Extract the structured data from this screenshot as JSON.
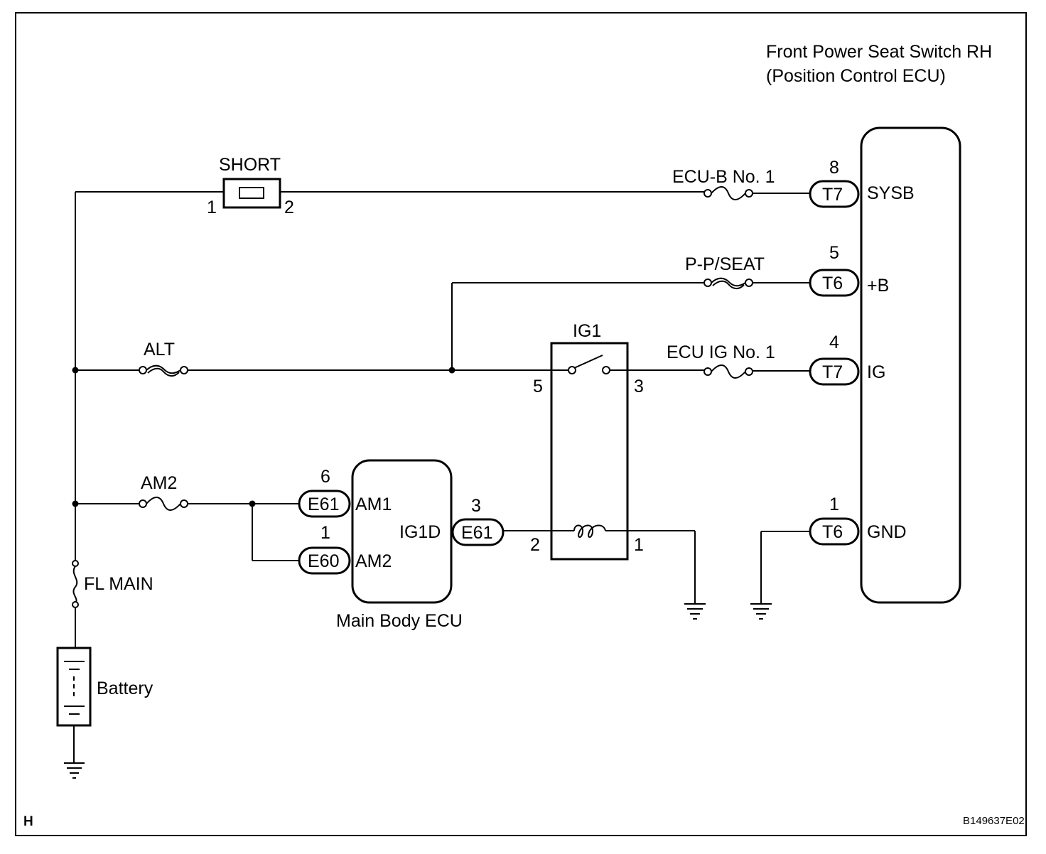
{
  "ecu_title": {
    "line1": "Front Power Seat Switch RH",
    "line2": "(Position Control ECU)"
  },
  "fuses": {
    "short": "SHORT",
    "ecu_b": "ECU-B No. 1",
    "ppseat": "P-P/SEAT",
    "alt": "ALT",
    "ecu_ig": "ECU IG No. 1",
    "am2": "AM2",
    "fl_main": "FL MAIN"
  },
  "short_pins": {
    "left": "1",
    "right": "2"
  },
  "relay": {
    "name": "IG1",
    "pin_5": "5",
    "pin_3": "3",
    "pin_2": "2",
    "pin_1": "1"
  },
  "connectors": {
    "sysb": {
      "id": "T7",
      "pin": "8",
      "terminal": "SYSB"
    },
    "plusb": {
      "id": "T6",
      "pin": "5",
      "terminal": "+B"
    },
    "ig": {
      "id": "T7",
      "pin": "4",
      "terminal": "IG"
    },
    "gnd": {
      "id": "T6",
      "pin": "1",
      "terminal": "GND"
    },
    "am1": {
      "id": "E61",
      "pin": "6",
      "terminal": "AM1"
    },
    "am2": {
      "id": "E60",
      "pin": "1",
      "terminal": "AM2"
    },
    "ig1d": {
      "id": "E61",
      "pin": "3",
      "terminal": "IG1D"
    }
  },
  "main_body_ecu": "Main Body ECU",
  "battery": "Battery",
  "corner_letter": "H",
  "figure_code": "B149637E02"
}
